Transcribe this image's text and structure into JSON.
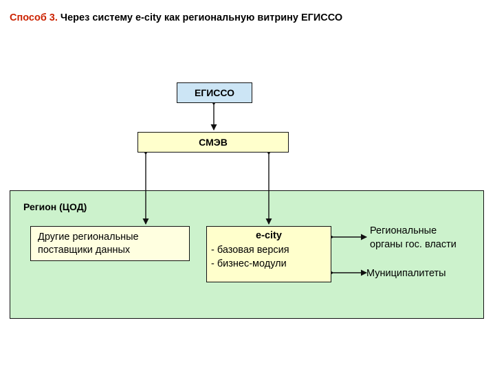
{
  "title": {
    "accent": "Способ 3.",
    "rest": " Через систему e-city как региональную витрину ЕГИССО"
  },
  "diagram": {
    "type": "flow",
    "nodes": {
      "egisso": {
        "label": "ЕГИССО",
        "color": "#cce5f5"
      },
      "smev": {
        "label": "СМЭВ",
        "color": "#ffffcc"
      },
      "region": {
        "label": "Регион (ЦОД)",
        "color": "#ccf2cc"
      },
      "other_providers": {
        "line1": "Другие региональные",
        "line2": "поставщики данных",
        "color": "#ffffe0"
      },
      "ecity": {
        "title": "e-city",
        "item1": "- базовая версия",
        "item2": "- бизнес-модули",
        "color": "#ffffcc"
      }
    },
    "side_labels": {
      "gov_line1": "Региональные",
      "gov_line2": "органы гос. власти",
      "municipalities": "Муниципалитеты"
    },
    "edges": [
      {
        "from": "egisso",
        "to": "smev",
        "direction": "both"
      },
      {
        "from": "smev",
        "to": "other_providers",
        "direction": "both"
      },
      {
        "from": "smev",
        "to": "ecity",
        "direction": "both"
      },
      {
        "from": "ecity",
        "to": "gov",
        "direction": "both"
      },
      {
        "from": "ecity",
        "to": "municipalities",
        "direction": "both"
      }
    ],
    "colors": {
      "accent": "#cc2200",
      "stroke": "#111111",
      "region_fill": "#ccf2cc",
      "egisso_fill": "#cce5f5",
      "smev_fill": "#ffffcc"
    }
  }
}
